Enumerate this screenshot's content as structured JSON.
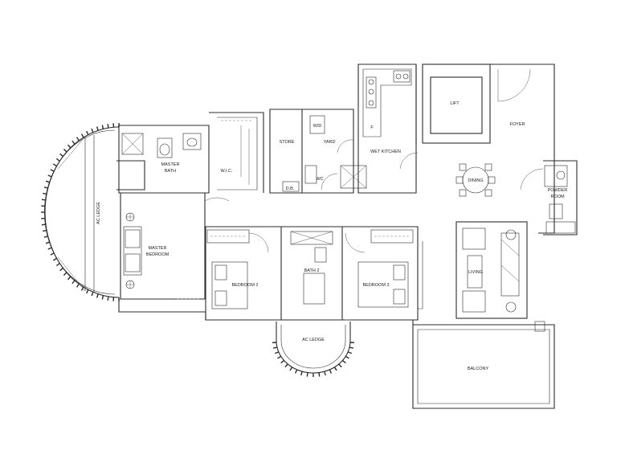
{
  "rooms": {
    "ac_ledge_left": "AC LEDGE",
    "master_bath_1": "MASTER",
    "master_bath_2": "BATH",
    "wic": "W.I.C.",
    "master_bedroom_1": "MASTER",
    "master_bedroom_2": "BEDROOM",
    "store": "STORE",
    "yard": "YARD",
    "wd": "W/D",
    "wc": "WC",
    "db": "D.B.",
    "wet_kitchen": "WET KITCHEN",
    "f": "F",
    "lift": "LIFT",
    "foyer": "FOYER",
    "dining": "DINING",
    "powder_room_1": "POWDER",
    "powder_room_2": "ROOM",
    "living": "LIVING",
    "bedroom2": "BEDROOM 2",
    "bath2": "BATH 2",
    "bedroom3": "BEDROOM 3",
    "ac_ledge_bottom": "AC LEDGE",
    "balcony": "BALCONY"
  },
  "colors": {
    "wall": "#2b2b2b",
    "background": "#ffffff"
  }
}
